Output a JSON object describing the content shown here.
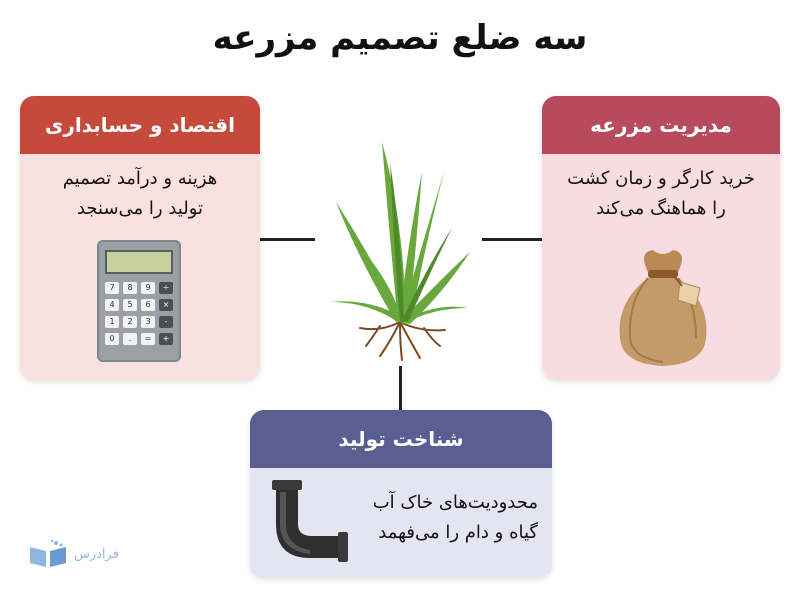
{
  "title": "سه ضلع تصمیم مزرعه",
  "colors": {
    "economy_header": "#c64a3c",
    "economy_body": "#f9e1df",
    "management_header": "#b84a5e",
    "management_body": "#f7dde2",
    "production_header": "#5a5f92",
    "production_body": "#e5e5f1"
  },
  "cards": {
    "economy": {
      "title": "اقتصاد و حسابداری",
      "line1": "هزینه و درآمد تصمیم",
      "line2": "تولید را می‌سنجد",
      "icon": "calculator-icon",
      "keys": [
        "7",
        "8",
        "9",
        "÷",
        "4",
        "5",
        "6",
        "×",
        "1",
        "2",
        "3",
        "-",
        "0",
        ".",
        "=",
        "+"
      ]
    },
    "management": {
      "title": "مدیریت مزرعه",
      "line1": "خرید کارگر و زمان کشت",
      "line2": "را هماهنگ می‌کند",
      "icon": "sack-icon"
    },
    "production": {
      "title": "شناخت تولید",
      "line1": "محدودیت‌های خاک آب",
      "line2": "گیاه و دام را می‌فهمد",
      "icon": "pipe-elbow-icon"
    }
  },
  "center_icon": "plant-icon",
  "logo": {
    "text": "فرادرس",
    "icon": "book-logo-icon"
  }
}
